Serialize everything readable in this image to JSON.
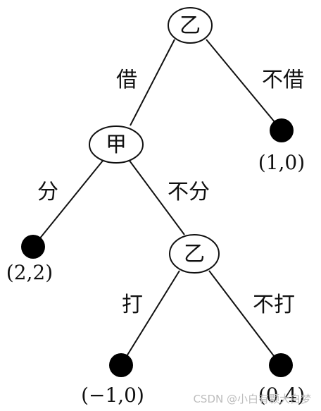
{
  "nodes": {
    "root": {
      "label": "乙"
    },
    "jia": {
      "label": "甲"
    },
    "yi2": {
      "label": "乙"
    }
  },
  "edges": {
    "borrow": "借",
    "not_borrow": "不借",
    "split": "分",
    "not_split": "不分",
    "fight": "打",
    "not_fight": "不打"
  },
  "payoffs": {
    "not_borrow": "(1,0)",
    "split": "(2,2)",
    "fight": "(−1,0)",
    "not_fight": "(0,4)"
  },
  "watermark": "CSDN @小白有颗大白梦"
}
